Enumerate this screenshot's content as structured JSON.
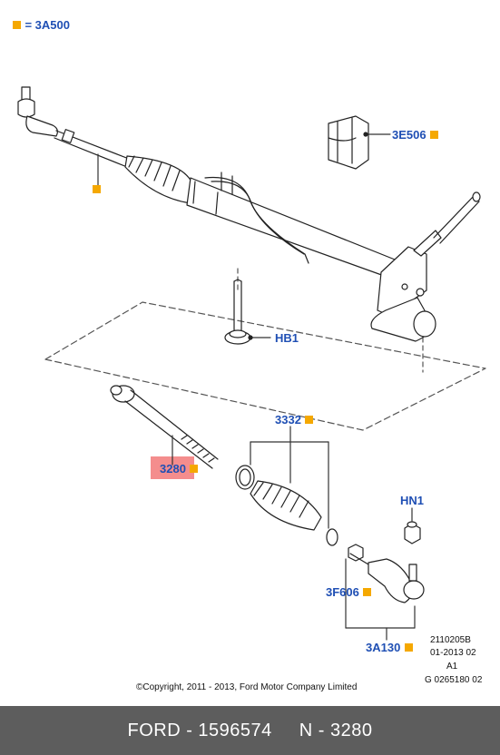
{
  "legend": {
    "text": "= 3A500",
    "color": "#f5a800"
  },
  "labels": {
    "l3E506": "3E506",
    "lHB1": "HB1",
    "l3332": "3332",
    "l3280": "3280",
    "lHN1": "HN1",
    "l3F606": "3F606",
    "l3A130": "3A130"
  },
  "highlight_color": "#f48d8d",
  "label_color": "#1f4fb4",
  "ref_block": {
    "line1": "2110205B",
    "line2": "01-2013 02",
    "line3": "A1",
    "line4": "G 0265180 02"
  },
  "copyright": "©Copyright, 2011 - 2013, Ford Motor Company Limited",
  "footer": {
    "left": "FORD - 1596574",
    "right": "N - 3280"
  }
}
